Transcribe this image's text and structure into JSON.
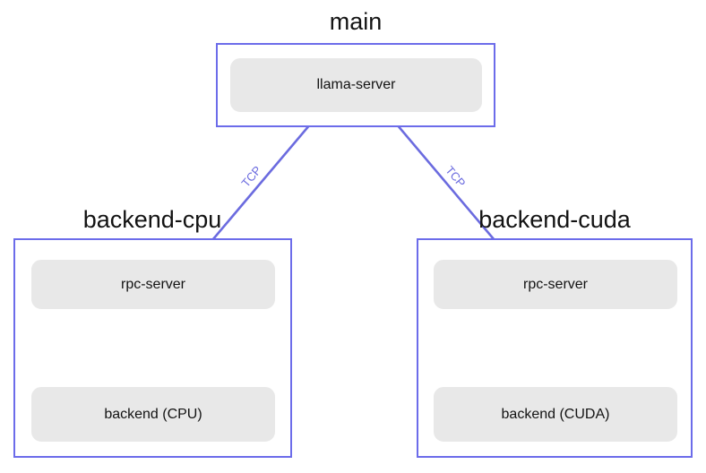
{
  "diagram": {
    "title_visible": false,
    "type": "flowchart",
    "colors": {
      "cluster_border": "#6c6cea",
      "node_fill": "#e8e8e8",
      "edge_stroke": "#6b6bdf",
      "text": "#131313",
      "background": "#ffffff"
    },
    "clusters": [
      {
        "id": "main",
        "label": "main",
        "nodes": [
          {
            "id": "llama-server",
            "label": "llama-server"
          }
        ]
      },
      {
        "id": "backend-cpu",
        "label": "backend-cpu",
        "nodes": [
          {
            "id": "rpc-server-cpu",
            "label": "rpc-server"
          },
          {
            "id": "backend-cpu-node",
            "label": "backend (CPU)"
          }
        ]
      },
      {
        "id": "backend-cuda",
        "label": "backend-cuda",
        "nodes": [
          {
            "id": "rpc-server-cuda",
            "label": "rpc-server"
          },
          {
            "id": "backend-cuda-node",
            "label": "backend (CUDA)"
          }
        ]
      }
    ],
    "edges": [
      {
        "id": "edge-main-cpu",
        "from": "llama-server",
        "to": "rpc-server-cpu",
        "label": "TCP"
      },
      {
        "id": "edge-main-cuda",
        "from": "llama-server",
        "to": "rpc-server-cuda",
        "label": "TCP"
      },
      {
        "id": "edge-cpu-be",
        "from": "rpc-server-cpu",
        "to": "backend-cpu-node",
        "label": ""
      },
      {
        "id": "edge-cuda-be",
        "from": "rpc-server-cuda",
        "to": "backend-cuda-node",
        "label": ""
      }
    ]
  }
}
